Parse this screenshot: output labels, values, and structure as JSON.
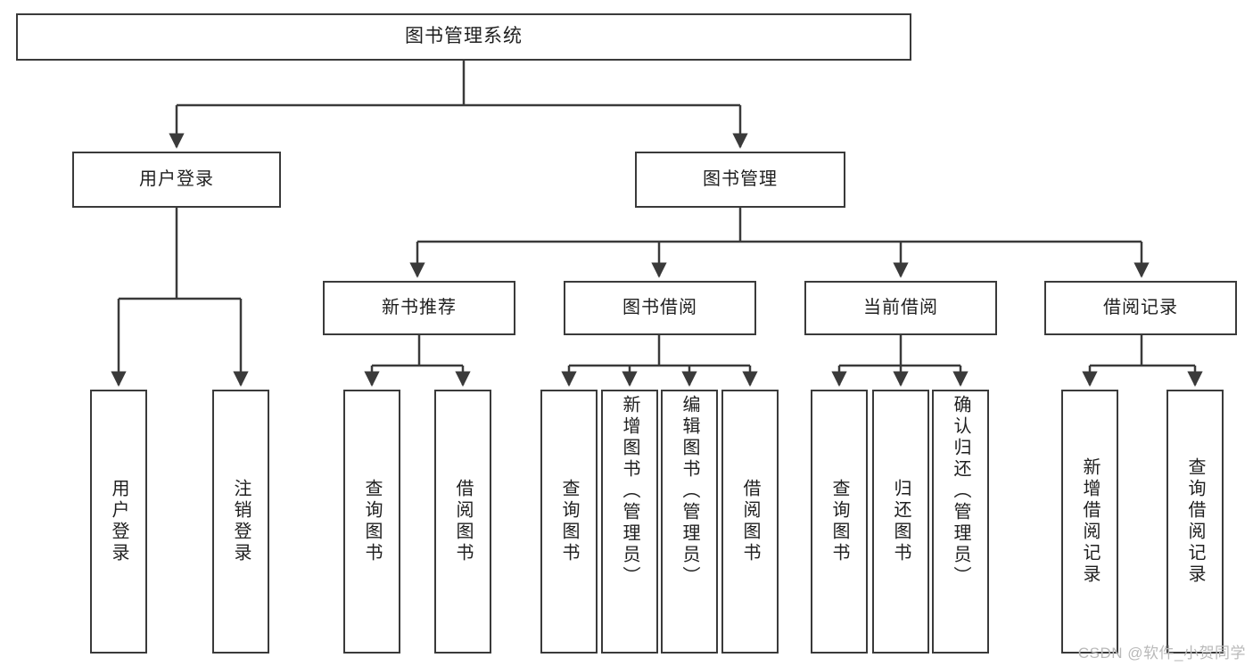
{
  "diagram": {
    "type": "tree-hierarchy-chart",
    "title": "图书管理系统",
    "watermark": "CSDN @软件_小贺同学",
    "colors": {
      "box_border": "#3a3a3a",
      "box_fill": "#ffffff",
      "edge": "#3a3a3a",
      "text": "#1f1f1f",
      "watermark": "#b9b9b9",
      "background": "#ffffff"
    },
    "root": {
      "label": "图书管理系统"
    },
    "level2": [
      {
        "label": "用户登录"
      },
      {
        "label": "图书管理"
      }
    ],
    "level3": [
      {
        "label": "新书推荐"
      },
      {
        "label": "图书借阅"
      },
      {
        "label": "当前借阅"
      },
      {
        "label": "借阅记录"
      }
    ],
    "leaves": {
      "user_login": [
        {
          "label": "用户登录"
        },
        {
          "label": "注销登录"
        }
      ],
      "new_book_recommend": [
        {
          "label": "查询图书"
        },
        {
          "label": "借阅图书"
        }
      ],
      "book_borrow": [
        {
          "label": "查询图书"
        },
        {
          "label": "新增图书（管理员）"
        },
        {
          "label": "编辑图书（管理员）"
        },
        {
          "label": "借阅图书"
        }
      ],
      "current_borrow": [
        {
          "label": "查询图书"
        },
        {
          "label": "归还图书"
        },
        {
          "label": "确认归还（管理员）"
        }
      ],
      "borrow_record": [
        {
          "label": "新增借阅记录"
        },
        {
          "label": "查询借阅记录"
        }
      ]
    }
  }
}
